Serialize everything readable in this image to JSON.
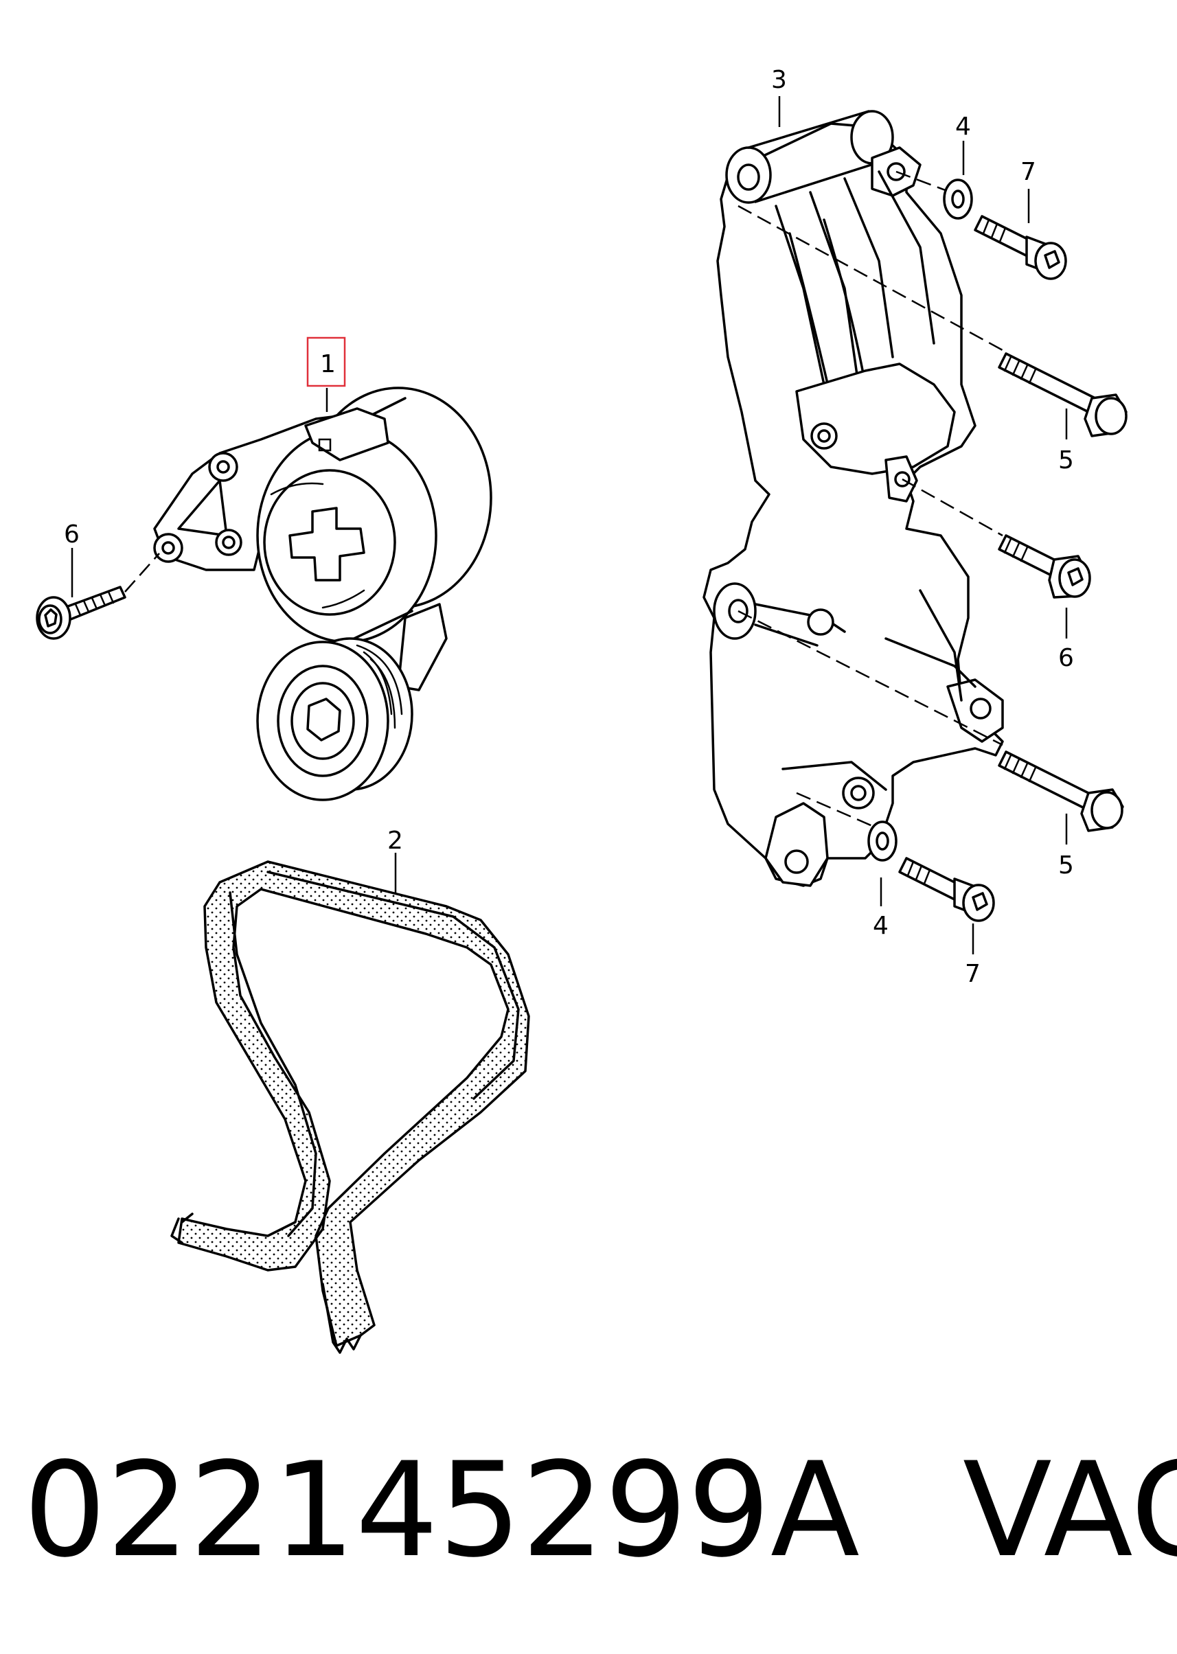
{
  "callouts": {
    "c1": "1",
    "c2": "2",
    "c3": "3",
    "c4a": "4",
    "c4b": "4",
    "c5a": "5",
    "c5b": "5",
    "c6a": "6",
    "c6b": "6",
    "c7a": "7",
    "c7b": "7"
  },
  "caption": {
    "part_number": "022145299A",
    "brand": "VAG"
  },
  "colors": {
    "highlight": "#e0303a",
    "line": "#000000"
  }
}
